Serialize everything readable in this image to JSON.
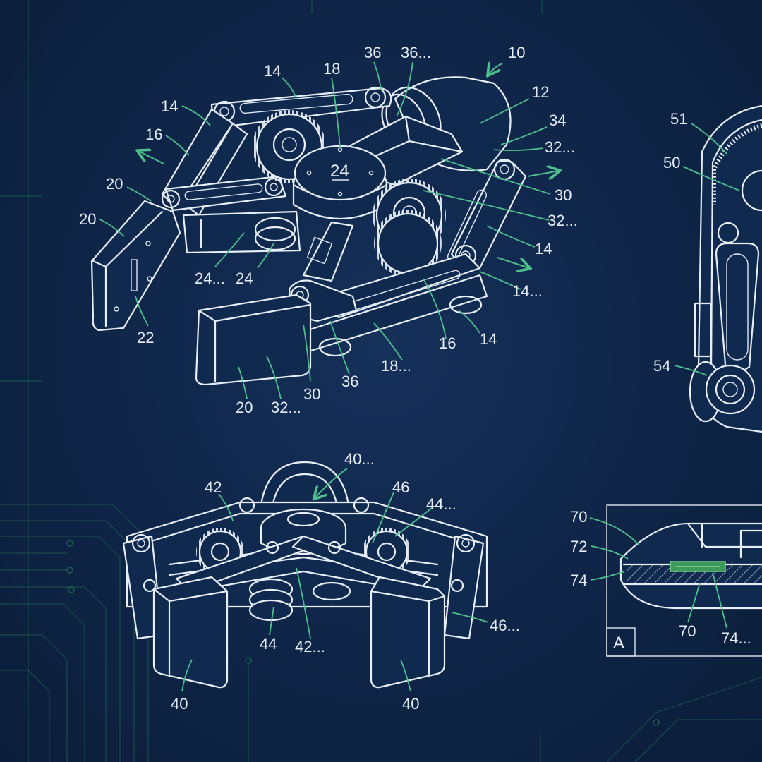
{
  "sheet": {
    "accent_color": "#4fc08d",
    "line_color": "#e8eef6",
    "background_color": "#0f2547"
  },
  "views": {
    "top": {
      "labels": [
        "10",
        "12",
        "14",
        "14",
        "14",
        "14",
        "14...",
        "16",
        "16",
        "18",
        "18...",
        "20",
        "20",
        "20",
        "22",
        "24",
        "24",
        "24...",
        "30",
        "30",
        "32...",
        "32...",
        "32...",
        "34",
        "36",
        "36",
        "36..."
      ]
    },
    "bottom": {
      "labels": [
        "40...",
        "42",
        "46",
        "44...",
        "44",
        "42...",
        "46...",
        "40",
        "40"
      ]
    },
    "side": {
      "labels": [
        "51",
        "50",
        "54"
      ]
    },
    "detail": {
      "view_letter": "A",
      "labels": [
        "70",
        "72",
        "74",
        "70",
        "74..."
      ]
    }
  }
}
